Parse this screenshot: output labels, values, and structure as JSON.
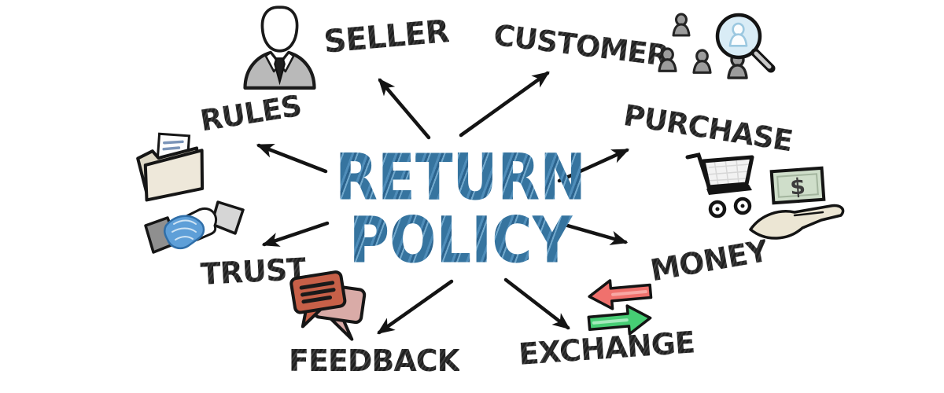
{
  "title": {
    "line1": "RETURN",
    "line2": "POLICY"
  },
  "nodes": [
    {
      "id": "seller",
      "label": "SELLER",
      "icon": "businessman-icon"
    },
    {
      "id": "customer",
      "label": "CUSTOMER",
      "icon": "people-magnifier-icon"
    },
    {
      "id": "rules",
      "label": "RULES",
      "icon": "folder-documents-icon"
    },
    {
      "id": "purchase",
      "label": "PURCHASE",
      "icon": "shopping-cart-icon"
    },
    {
      "id": "trust",
      "label": "TRUST",
      "icon": "handshake-icon"
    },
    {
      "id": "money",
      "label": "MONEY",
      "icon": "hand-with-money-icon"
    },
    {
      "id": "feedback",
      "label": "FEEDBACK",
      "icon": "speech-bubbles-icon"
    },
    {
      "id": "exchange",
      "label": "EXCHANGE",
      "icon": "swap-arrows-icon"
    }
  ],
  "icons": {
    "dollar_symbol": "$"
  },
  "colors": {
    "title_blue": "#36749f",
    "label_dark": "#262626",
    "arrow_black": "#141414",
    "swap_red": "#f0716d",
    "swap_green": "#46cd74",
    "bubble_front_red": "#c76048",
    "bubble_back_pink": "#d9aba7",
    "handshake_blue": "#5e9fd8",
    "bill_green": "#cfdeca",
    "hand_cream": "#ece6d4",
    "folder_beige": "#eee8da",
    "suit_gray": "#b9b9b9",
    "background": "#ffffff"
  }
}
